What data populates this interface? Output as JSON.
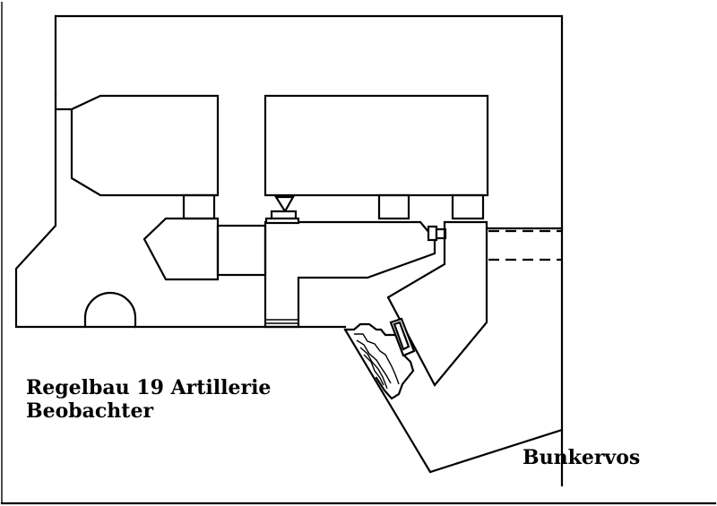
{
  "diagram": {
    "title_line1": "Regelbau 19  Artillerie",
    "title_line2": "Beobachter",
    "credit": "Bunkervos"
  },
  "colors": {
    "line": "#000000",
    "background": "#ffffff"
  }
}
